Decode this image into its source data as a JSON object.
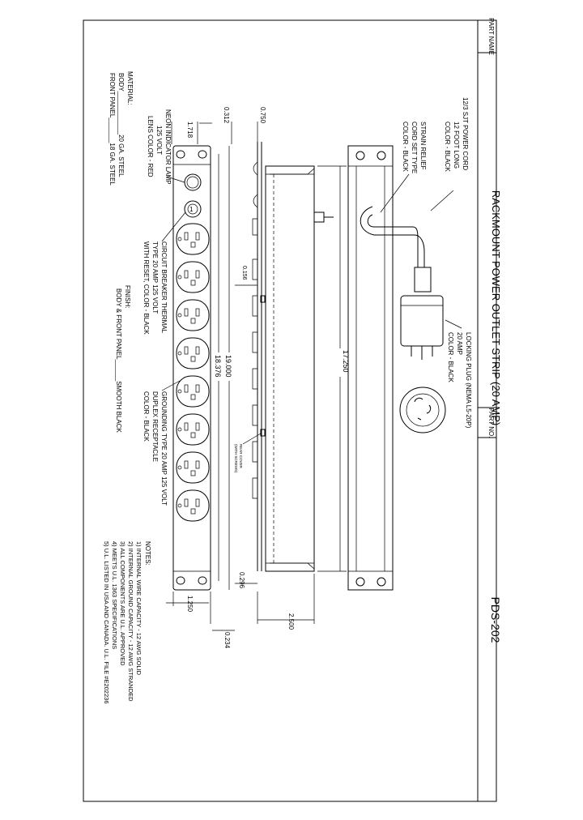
{
  "title_block": {
    "part_name_label": "PART NAME",
    "part_name": "RACKMOUNT POWER OUTLET STRIP (20 AMP)",
    "part_no_label": "PART NO.",
    "part_no": "PDS-202"
  },
  "callouts": {
    "power_cord": [
      "12/3 SJT POWER CORD",
      "12 FOOT LONG",
      "COLOR - BLACK"
    ],
    "strain_relief": [
      "STRAIN RELIEF",
      "CORD SET TYPE",
      "COLOR - BLACK"
    ],
    "locking_plug": [
      "LOCKING PLUG (NEMA L5-20P)",
      "20 AMP",
      "COLOR - BLACK"
    ],
    "neon_lamp": [
      "NEON INDICATOR LAMP",
      "125 VOLT",
      "LENS COLOR - RED"
    ],
    "circuit_breaker": [
      "CIRCUIT BREAKER THERMAL",
      "TYPE 20 AMP 125 VOLT",
      "WITH RESET, COLOR - BLACK"
    ],
    "receptacle": [
      "GROUNDING TYPE 20 AMP 125 VOLT",
      "DUPLEX RECEPTACLE",
      "COLOR - BLACK"
    ],
    "rear_cover": [
      "REAR COVER",
      "(WITH SCREWS)"
    ]
  },
  "material": {
    "label": "MATERIAL:",
    "body": "BODY____________20 GA. STEEL",
    "front_panel": "FRONT PANEL_______18 GA. STEEL"
  },
  "finish": {
    "label": "FINISH:",
    "text": "BODY & FRONT PANEL______SMOOTH BLACK"
  },
  "notes": {
    "label": "NOTES:",
    "items": [
      "1) INTERNAL WIRE CAPACITY - 12 AWG SOLID",
      "2) INTERNAL GROUND CAPACITY - 12 AWG STRANDED",
      "3) ALL COMPONENTS ARE U.L. APPROVED",
      "4) MEETS U.L. 1363 SPECIFICATIONS",
      "5) U.L. LISTED IN USA AND CANADA. U.L. FILE #E202236"
    ]
  },
  "dimensions": {
    "d0750": "0.750",
    "d0312": "0.312",
    "d1718": "1.718",
    "d0156": "0.156",
    "d17250": "17.250",
    "d19000": "19.000",
    "d18376": "18.376",
    "d0296": "0.296",
    "d1250": "1.250",
    "d2500": "2.500",
    "d0234": "0.234"
  }
}
